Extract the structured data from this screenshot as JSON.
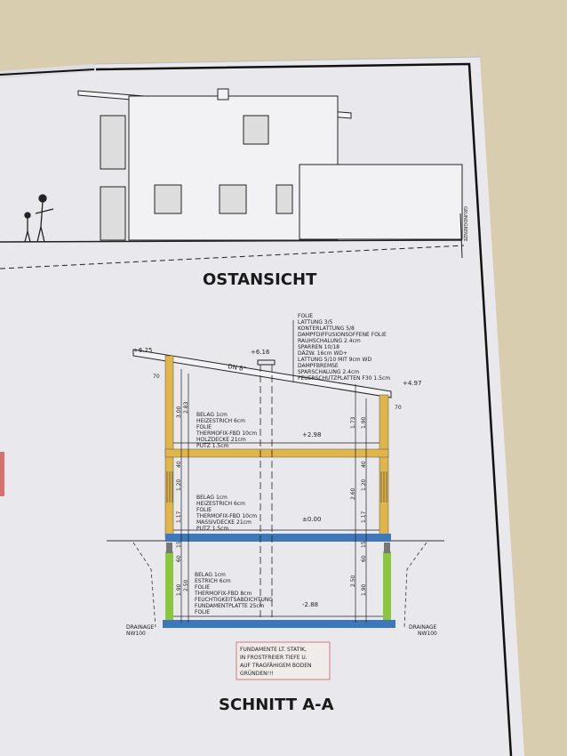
{
  "colors": {
    "wall_timber": "#e0b64a",
    "concrete_slab": "#3f78b8",
    "basement_wall": "#8cc63f",
    "paper": "#ebebef",
    "note_border": "#d07a7a"
  },
  "elevation": {
    "title": "OSTANSICHT",
    "boundary_label": "GRUNDGRENZE"
  },
  "section": {
    "title": "SCHNITT A-A",
    "roof_pitch": "DN 8°",
    "levels": [
      "+6.25",
      "+6.16",
      "+4.97",
      "+2.98",
      "±0.00",
      "-2.88"
    ],
    "roof_build_up": [
      "FOLIE",
      "LATTUNG 3/5",
      "KONTERLATTUNG 5/8",
      "DAMPFDIFFUSIONSOFFENE FOLIE",
      "RAUHSCHALUNG 2.4cm",
      "SPARREN 10/18",
      "DÄZW. 16cm WD+",
      "LATTUNG 5/10 MIT 9cm WD",
      "DAMPFBREMSE",
      "SPARSCHALUNG 2.4cm",
      "FEUERSCHUTZPLATTEN F30 1.5cm"
    ],
    "upper_floor_build_up": [
      "BELAG 1cm",
      "HEIZESTRICH 6cm",
      "FOLIE",
      "THERMOFIX-FBD 10cm",
      "HOLZDECKE 21cm",
      "PUTZ 1.5cm"
    ],
    "ground_floor_build_up": [
      "BELAG 1cm",
      "HEIZESTRICH 6cm",
      "FOLIE",
      "THERMOFIX-FBD 10cm",
      "MASSIVDECKE 21cm",
      "PUTZ 1.5cm"
    ],
    "basement_build_up": [
      "BELAG 1cm",
      "ESTRICH 6cm",
      "FOLIE",
      "THERMOFIX-FBD 8cm",
      "FEUCHTIGKEITSABDICHTUNG",
      "FUNDAMENTPLATTE 25cm",
      "FOLIE"
    ],
    "dimensions_left": [
      "3.00",
      "2.83",
      "40",
      "1.20",
      "1.17",
      "15",
      "60",
      "1.90",
      "2.50",
      "70"
    ],
    "dimensions_right": [
      "1.73",
      "1.90",
      "40",
      "1.20",
      "1.17",
      "2.60",
      "15",
      "60",
      "1.90",
      "2.50",
      "70"
    ],
    "drainage_left": [
      "DRAINAGE",
      "NW100"
    ],
    "drainage_right": [
      "DRAINAGE",
      "NW100"
    ],
    "foundation_note": [
      "FUNDAMENTE LT. STATIK,",
      "IN FROSTFREIER TIEFE U.",
      "AUF TRAGFÄHIGEM BODEN",
      "GRÜNDEN!!!"
    ]
  }
}
